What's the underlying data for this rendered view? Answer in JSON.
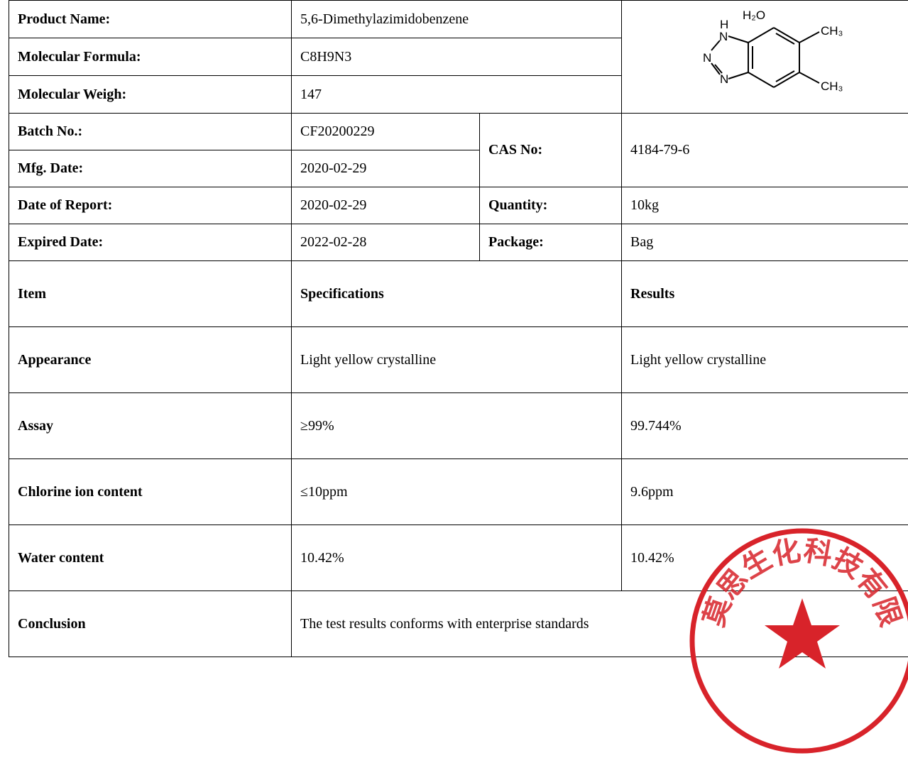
{
  "header": {
    "product_name_label": "Product Name:",
    "product_name": "5,6-Dimethylazimidobenzene",
    "formula_label": "Molecular Formula:",
    "formula": "C8H9N3",
    "weight_label": "Molecular Weigh:",
    "weight": "147",
    "structure": {
      "water": "H₂O",
      "nh_h": "H",
      "n1": "N",
      "n2": "N",
      "n3": "N",
      "ch3_top": "CH₃",
      "ch3_bottom": "CH₃"
    }
  },
  "batch": {
    "batch_label": "Batch No.:",
    "batch_no": "CF20200229",
    "mfg_label": "Mfg. Date:",
    "mfg_date": "2020-02-29",
    "cas_label": "CAS No:",
    "cas_no": "4184-79-6",
    "report_label": "Date of Report:",
    "report_date": "2020-02-29",
    "quantity_label": "Quantity:",
    "quantity": "10kg",
    "expired_label": "Expired Date:",
    "expired_date": "2022-02-28",
    "package_label": "Package:",
    "package": "Bag"
  },
  "results": {
    "headers": {
      "item": "Item",
      "spec": "Specifications",
      "result": "Results"
    },
    "rows": [
      {
        "item": "Appearance",
        "spec": "Light yellow crystalline",
        "result": "Light yellow crystalline"
      },
      {
        "item": "Assay",
        "spec": "≥99%",
        "result": "99.744%"
      },
      {
        "item": "Chlorine ion content",
        "spec": "≤10ppm",
        "result": "9.6ppm"
      },
      {
        "item": "Water content",
        "spec": "10.42%",
        "result": "10.42%"
      }
    ],
    "conclusion_label": "Conclusion",
    "conclusion": "The test results conforms with enterprise standards"
  },
  "seal": {
    "text": "州凯莫思生化科技有限公司",
    "color": "#d8232a"
  }
}
